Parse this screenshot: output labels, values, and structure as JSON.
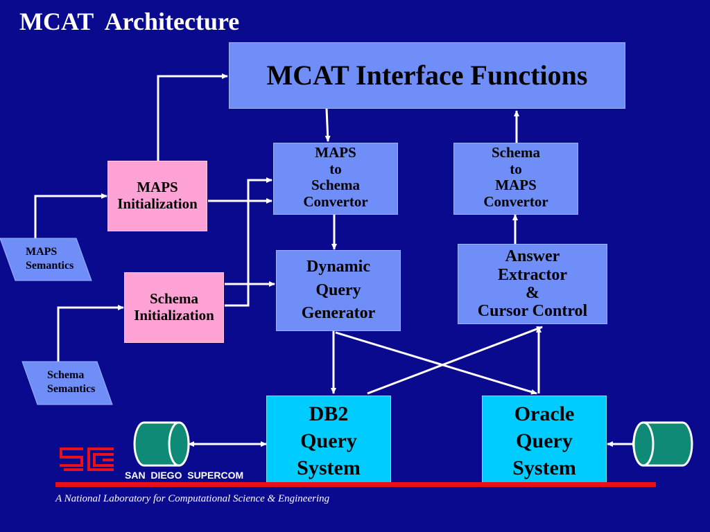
{
  "title": "MCAT  Architecture",
  "colors": {
    "background": "#0a0a8f",
    "box_blue": "#6f8ef7",
    "box_pink": "#ffa3d6",
    "box_cyan": "#00ccff",
    "cylinder": "#0e8a76",
    "footer_bar": "#e8101a",
    "logo": "#e8101a"
  },
  "nodes": {
    "interface": "MCAT Interface Functions",
    "maps_to_schema": "MAPS\nto\nSchema\nConvertor",
    "schema_to_maps": "Schema\nto\nMAPS\nConvertor",
    "maps_init": "MAPS\nInitialization",
    "schema_init": "Schema\nInitialization",
    "dynamic_query": "Dynamic\nQuery\nGenerator",
    "answer_extractor": "Answer\nExtractor\n&\nCursor Control",
    "db2": "DB2\nQuery\nSystem",
    "oracle": "Oracle\nQuery\nSystem",
    "maps_semantics": "MAPS\nSemantics",
    "schema_semantics": "Schema\nSemantics"
  },
  "footer": {
    "org": "SAN  DIEGO  SUPERCOM",
    "tagline": "A National Laboratory for Computational Science & Engineering"
  },
  "icons": [
    "database-cylinder-icon",
    "sdsc-logo-icon"
  ]
}
